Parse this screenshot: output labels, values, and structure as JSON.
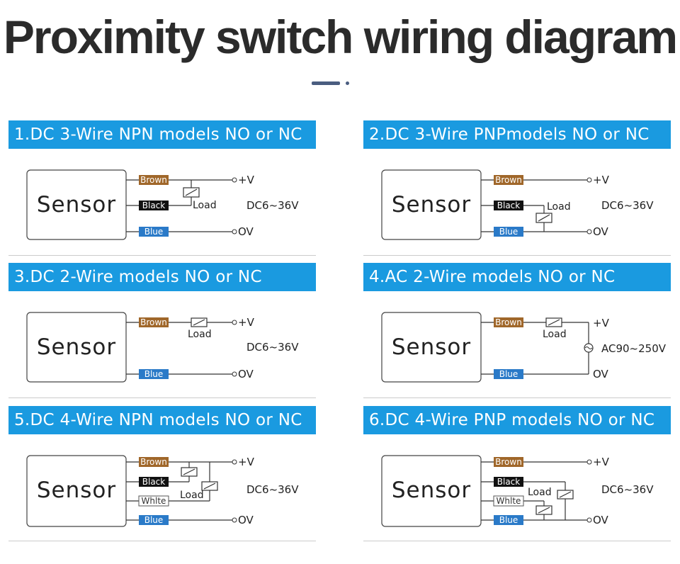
{
  "title": "Proximity switch wiring diagram",
  "colors": {
    "header_bg": "#1a9ae0",
    "brown": "#a0672a",
    "black": "#111111",
    "blue": "#2a7ac8",
    "white_wire": "#ffffff"
  },
  "common": {
    "sensor_label": "Sensor",
    "load_label": "Load",
    "wire_brown": "Brown",
    "wire_black": "Black",
    "wire_blue": "Blue",
    "wire_white": "Whlte",
    "plus_v": "+V",
    "zero_v": "OV"
  },
  "panels": [
    {
      "header": "1.DC 3-Wire NPN models NO or NC",
      "voltage": "DC6~36V"
    },
    {
      "header": "2.DC 3-Wire PNPmodels NO or NC",
      "voltage": "DC6~36V"
    },
    {
      "header": "3.DC 2-Wire models NO or NC",
      "voltage": "DC6~36V"
    },
    {
      "header": "4.AC 2-Wire  models NO or NC",
      "voltage": "AC90~250V"
    },
    {
      "header": "5.DC 4-Wire NPN models NO or NC",
      "voltage": "DC6~36V"
    },
    {
      "header": "6.DC 4-Wire PNP models NO or NC",
      "voltage": "DC6~36V"
    }
  ]
}
